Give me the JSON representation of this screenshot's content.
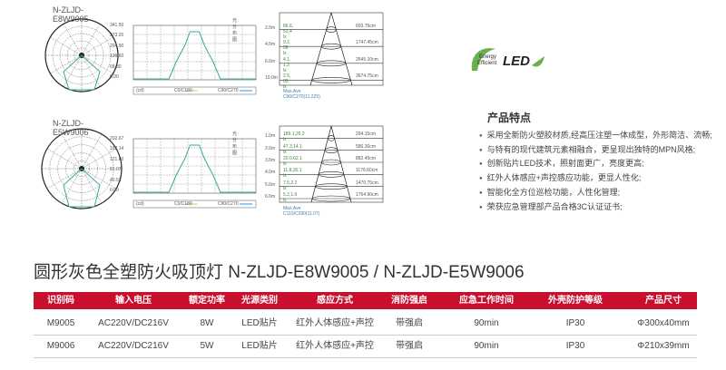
{
  "diagrams": [
    {
      "model": "N-ZLJD-E8W9005",
      "chart_title": "光分布图",
      "yticks": [
        "341.50",
        "273.20",
        "204.90",
        "136.60",
        "68.30",
        "0.00"
      ],
      "legend_unit": "(cd)",
      "legend_c0": "C0/C180",
      "legend_c90": "C90/C270",
      "cone_heights": [
        "2.0m",
        "4.0m",
        "6.0m",
        "10.0m"
      ],
      "cone_lux": [
        "86.6, 53.4 lx",
        "9.2, 08 lx",
        "4.1, 1.2 lx",
        "2.5, 05 lx"
      ],
      "cone_diam": [
        "693.75cm",
        "1747.45cm",
        "2645.10cm",
        "3674.75cm"
      ],
      "cone_note": "Max,Ave  C90/C270(11.225)"
    },
    {
      "model": "N-ZLJD-E5W9006",
      "chart_title": "光分布图",
      "yticks": [
        "202.67",
        "162.14",
        "121.60",
        "81.07",
        "40.53",
        "0.00"
      ],
      "legend_unit": "(cd)",
      "legend_c0": "C0/C180",
      "legend_c90": "C90/C270",
      "cone_heights": [
        "1.0m",
        "2.0m",
        "3.0m",
        "4.0m",
        "5.0m",
        "6.0m"
      ],
      "cone_lux": [
        "189.1,26.2 lx",
        "47.3,14.1 lx",
        "20.0,62.1 lx",
        "11.8,35.1 lx",
        "7.5,2.2 lx",
        "5.2,1.6 lx"
      ],
      "cone_diam": [
        "294.15cm",
        "586.30cm",
        "882.45cm",
        "1176.60cm",
        "1470.75cm",
        "1764.90cm"
      ],
      "cone_note": "Max,Ave  C110/C290(11.07)"
    }
  ],
  "logo": {
    "line1": "Energy",
    "line2": "Efficient",
    "led": "LED"
  },
  "features": {
    "title": "产品特点",
    "items": [
      "采用全新防火塑胶材质,经高压注塑一体成型，外形简洁、流畅;",
      "与特有的现代建筑元素相融合，更呈现出独特的MPN风格;",
      "创新贴片LED技术，照射面更广，亮度更高;",
      "红外人体感应+声控感应功能，更显人性化;",
      "智能化全方位巡检功能，人性化管理;",
      "荣获应急管理部产品合格3C认证证书;"
    ]
  },
  "product_title": "圆形灰色全塑防火吸顶灯 N-ZLJD-E8W9005 / N-ZLJD-E5W9006",
  "table": {
    "headers": [
      "识别码",
      "输入电压",
      "额定功率",
      "光源类别",
      "感应方式",
      "消防强启",
      "应急工作时间",
      "外壳防护等级",
      "产品尺寸"
    ],
    "rows": [
      [
        "M9005",
        "AC220V/DC216V",
        "8W",
        "LED贴片",
        "红外人体感应+声控",
        "带强启",
        "90min",
        "IP30",
        "Φ300x40mm"
      ],
      [
        "M9006",
        "AC220V/DC216V",
        "5W",
        "LED贴片",
        "红外人体感应+声控",
        "带强启",
        "90min",
        "IP30",
        "Φ210x39mm"
      ]
    ]
  },
  "colors": {
    "header_red": "#c8102e",
    "curve": "#3aa99f",
    "logo_green": "#6ab04c"
  }
}
